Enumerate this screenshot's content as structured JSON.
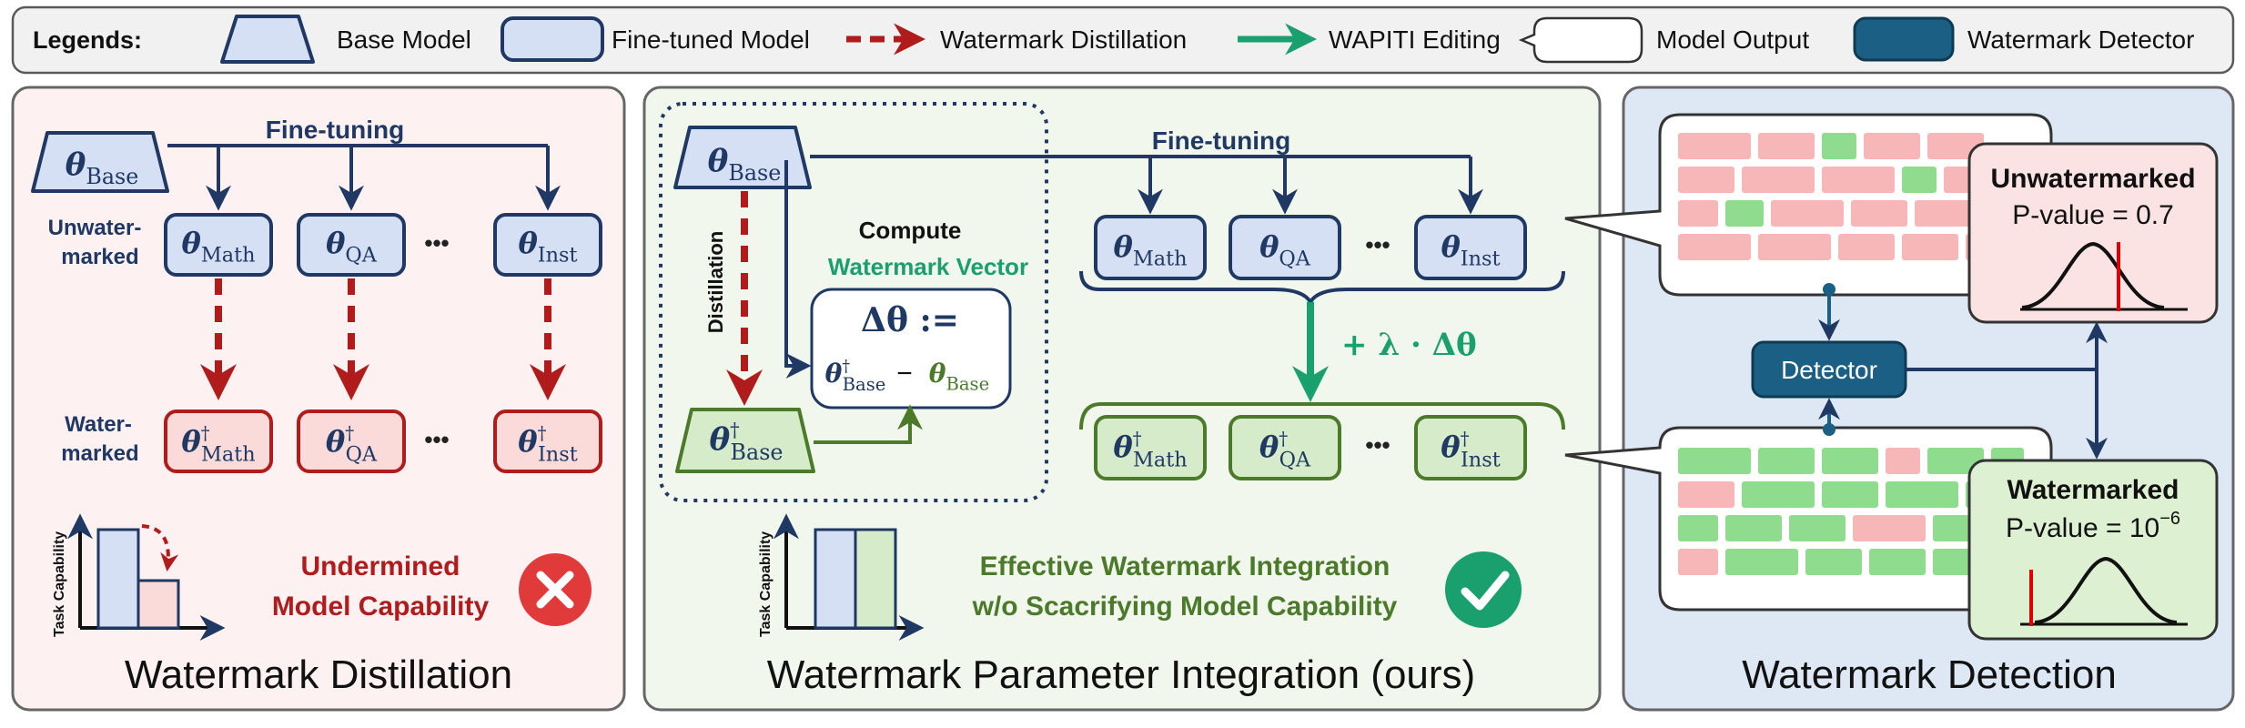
{
  "legend": {
    "title": "Legends:",
    "items": [
      {
        "label": "Base Model"
      },
      {
        "label": "Fine-tuned Model"
      },
      {
        "label": "Watermark Distillation"
      },
      {
        "label": "WAPITI Editing"
      },
      {
        "label": "Model Output"
      },
      {
        "label": "Watermark Detector"
      }
    ]
  },
  "colors": {
    "blue_fill": "#d6e0f5",
    "blue_stroke": "#1f3864",
    "red_fill": "#fbdada",
    "red_stroke": "#b01c1c",
    "green_fill": "#d5ebc9",
    "green_stroke": "#4a7a2a",
    "teal": "#1aa06e",
    "detector": "#1b5f84",
    "panel_left": "#fdf1f1",
    "panel_mid": "#f1f7ec",
    "panel_right": "#dde8f4"
  },
  "left_panel": {
    "title": "Watermark Distillation",
    "base": {
      "sym": "θ",
      "sub": "Base"
    },
    "finetuning": "Fine-tuning",
    "row_unwm": [
      "Unwater-",
      "marked"
    ],
    "row_wm": [
      "Water-",
      "marked"
    ],
    "models": [
      {
        "sym": "θ",
        "sub": "Math"
      },
      {
        "sym": "θ",
        "sub": "QA"
      },
      {
        "sym": "θ",
        "sub": "Inst"
      }
    ],
    "wm_models": [
      {
        "sym": "θ",
        "sup": "†",
        "sub": "Math"
      },
      {
        "sym": "θ",
        "sup": "†",
        "sub": "QA"
      },
      {
        "sym": "θ",
        "sup": "†",
        "sub": "Inst"
      }
    ],
    "dots": "•••",
    "axis_label": "Task Capability",
    "caption": [
      "Undermined",
      "Model Capability"
    ]
  },
  "mid_panel": {
    "title": "Watermark Parameter Integration (ours)",
    "base": {
      "sym": "θ",
      "sub": "Base"
    },
    "wm_base": {
      "sym": "θ",
      "sup": "†",
      "sub": "Base"
    },
    "distillation": "Distillation",
    "compute": "Compute",
    "watermark_vector": "Watermark Vector",
    "delta_def": "Δθ :=",
    "delta_lhs": {
      "sym": "θ",
      "sup": "†",
      "sub": "Base"
    },
    "minus": "−",
    "delta_rhs": {
      "sym": "θ",
      "sub": "Base"
    },
    "finetuning": "Fine-tuning",
    "models": [
      {
        "sym": "θ",
        "sub": "Math"
      },
      {
        "sym": "θ",
        "sub": "QA"
      },
      {
        "sym": "θ",
        "sub": "Inst"
      }
    ],
    "wm_models": [
      {
        "sym": "θ",
        "sup": "†",
        "sub": "Math"
      },
      {
        "sym": "θ",
        "sup": "†",
        "sub": "QA"
      },
      {
        "sym": "θ",
        "sup": "†",
        "sub": "Inst"
      }
    ],
    "dots": "•••",
    "edit_label": "+ λ · Δθ",
    "axis_label": "Task Capability",
    "caption": [
      "Effective Watermark Integration",
      "w/o Scacrifying Model Capability"
    ]
  },
  "right_panel": {
    "title": "Watermark Detection",
    "detector": "Detector",
    "unwm_title": "Unwatermarked",
    "unwm_pvalue": "P-value = 0.7",
    "wm_title": "Watermarked",
    "wm_pvalue_prefix": "P-value = 10",
    "wm_pvalue_exp": "−6"
  }
}
